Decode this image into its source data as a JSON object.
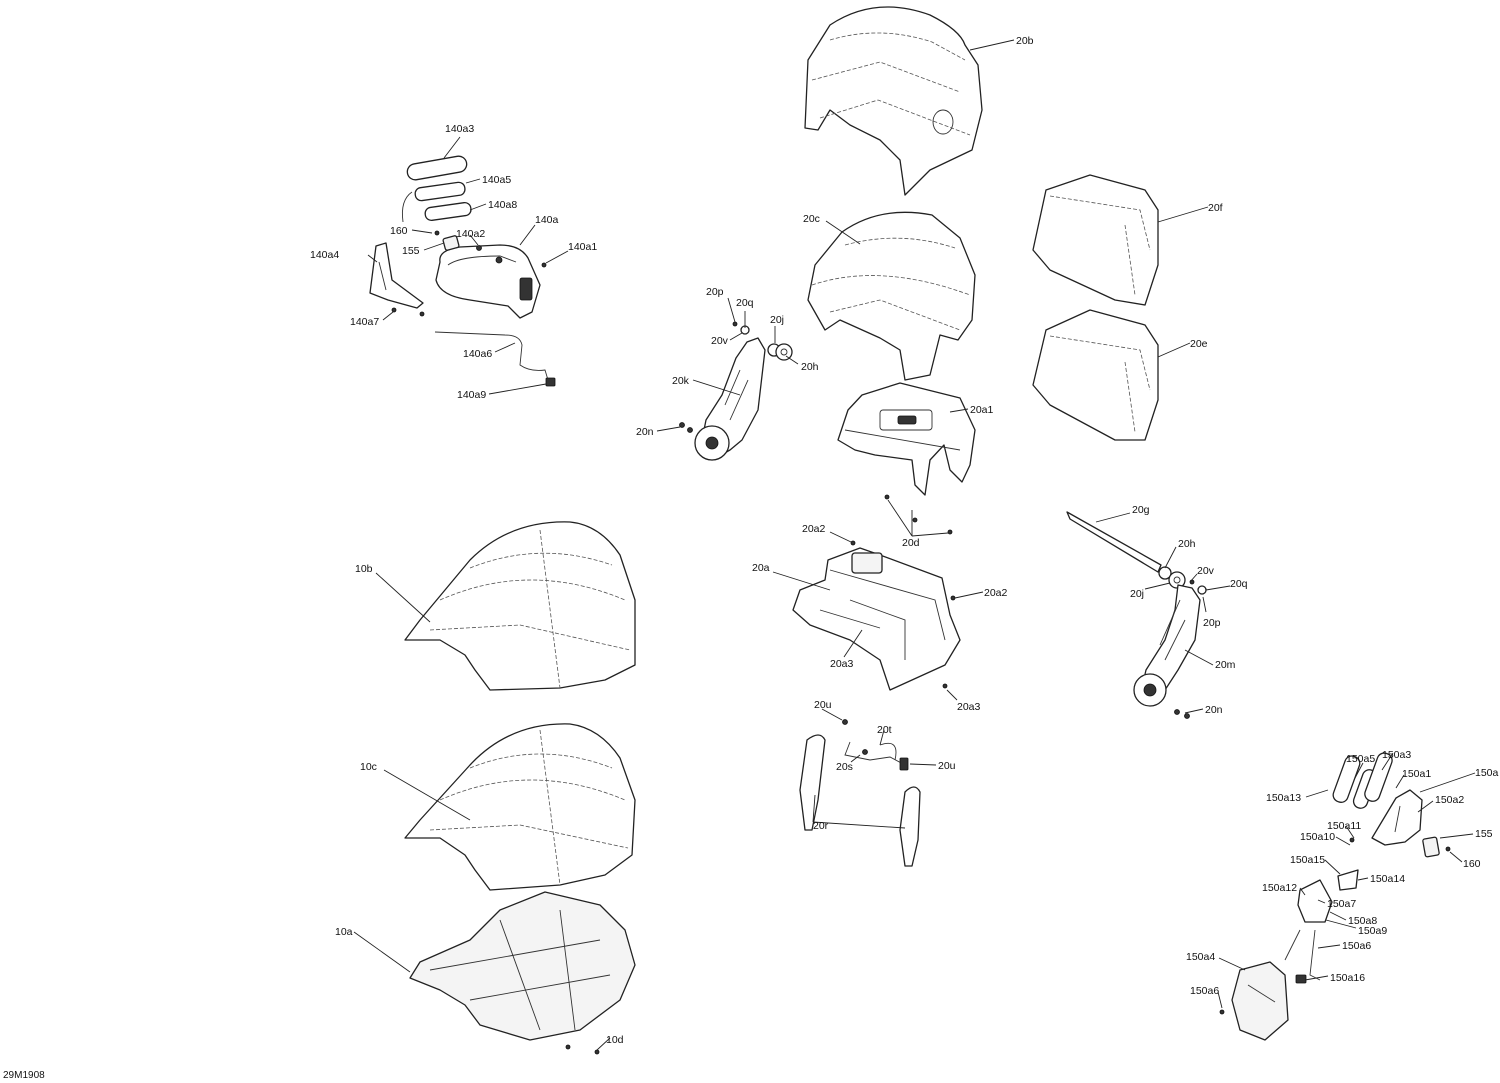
{
  "figure_ref": "29M1908",
  "callouts": [
    {
      "id": "140a3",
      "label": "140a3"
    },
    {
      "id": "140a5",
      "label": "140a5"
    },
    {
      "id": "140a8",
      "label": "140a8"
    },
    {
      "id": "140a",
      "label": "140a"
    },
    {
      "id": "160-left",
      "label": "160"
    },
    {
      "id": "140a2",
      "label": "140a2"
    },
    {
      "id": "155-left",
      "label": "155"
    },
    {
      "id": "140a1",
      "label": "140a1"
    },
    {
      "id": "140a4",
      "label": "140a4"
    },
    {
      "id": "140a7",
      "label": "140a7"
    },
    {
      "id": "140a6",
      "label": "140a6"
    },
    {
      "id": "140a9",
      "label": "140a9"
    },
    {
      "id": "20b",
      "label": "20b"
    },
    {
      "id": "20c",
      "label": "20c"
    },
    {
      "id": "20f",
      "label": "20f"
    },
    {
      "id": "20e",
      "label": "20e"
    },
    {
      "id": "20p-left",
      "label": "20p"
    },
    {
      "id": "20q-left",
      "label": "20q"
    },
    {
      "id": "20j-left",
      "label": "20j"
    },
    {
      "id": "20v-left",
      "label": "20v"
    },
    {
      "id": "20h-left",
      "label": "20h"
    },
    {
      "id": "20k",
      "label": "20k"
    },
    {
      "id": "20n-left",
      "label": "20n"
    },
    {
      "id": "20a1",
      "label": "20a1"
    },
    {
      "id": "20d",
      "label": "20d"
    },
    {
      "id": "20g",
      "label": "20g"
    },
    {
      "id": "20h-right",
      "label": "20h"
    },
    {
      "id": "20v-right",
      "label": "20v"
    },
    {
      "id": "20q-right",
      "label": "20q"
    },
    {
      "id": "20j-right",
      "label": "20j"
    },
    {
      "id": "20p-right",
      "label": "20p"
    },
    {
      "id": "20m",
      "label": "20m"
    },
    {
      "id": "20n-right",
      "label": "20n"
    },
    {
      "id": "20a2-top",
      "label": "20a2"
    },
    {
      "id": "20a",
      "label": "20a"
    },
    {
      "id": "20a2-right",
      "label": "20a2"
    },
    {
      "id": "20a3-left",
      "label": "20a3"
    },
    {
      "id": "20a3-right",
      "label": "20a3"
    },
    {
      "id": "10b",
      "label": "10b"
    },
    {
      "id": "10c",
      "label": "10c"
    },
    {
      "id": "10a",
      "label": "10a"
    },
    {
      "id": "10d",
      "label": "10d"
    },
    {
      "id": "20u-top",
      "label": "20u"
    },
    {
      "id": "20t",
      "label": "20t"
    },
    {
      "id": "20s",
      "label": "20s"
    },
    {
      "id": "20u-right",
      "label": "20u"
    },
    {
      "id": "20r",
      "label": "20r"
    },
    {
      "id": "150a5",
      "label": "150a5"
    },
    {
      "id": "150a3",
      "label": "150a3"
    },
    {
      "id": "150a1",
      "label": "150a1"
    },
    {
      "id": "150a",
      "label": "150a"
    },
    {
      "id": "150a13",
      "label": "150a13"
    },
    {
      "id": "150a2",
      "label": "150a2"
    },
    {
      "id": "150a11",
      "label": "150a11"
    },
    {
      "id": "155-right",
      "label": "155"
    },
    {
      "id": "150a10",
      "label": "150a10"
    },
    {
      "id": "160-right",
      "label": "160"
    },
    {
      "id": "150a15",
      "label": "150a15"
    },
    {
      "id": "150a14",
      "label": "150a14"
    },
    {
      "id": "150a12",
      "label": "150a12"
    },
    {
      "id": "150a7",
      "label": "150a7"
    },
    {
      "id": "150a8",
      "label": "150a8"
    },
    {
      "id": "150a9",
      "label": "150a9"
    },
    {
      "id": "150a6-right",
      "label": "150a6"
    },
    {
      "id": "150a4",
      "label": "150a4"
    },
    {
      "id": "150a6-left",
      "label": "150a6"
    },
    {
      "id": "150a16",
      "label": "150a16"
    }
  ]
}
